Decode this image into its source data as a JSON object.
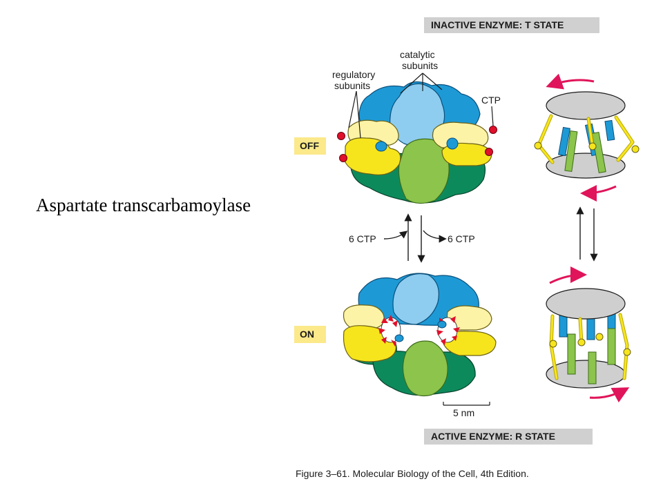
{
  "slide": {
    "title": "Aspartate transcarbamoylase"
  },
  "figure": {
    "top_banner": "INACTIVE ENZYME: T STATE",
    "bottom_banner": "ACTIVE ENZYME: R STATE",
    "state_off": "OFF",
    "state_on": "ON",
    "label_catalytic_1": "catalytic",
    "label_catalytic_2": "subunits",
    "label_regulatory_1": "regulatory",
    "label_regulatory_2": "subunits",
    "label_ctp": "CTP",
    "ctp_in": "6 CTP",
    "ctp_out": "6 CTP",
    "scale_bar": "5 nm",
    "caption": "Figure 3–61. Molecular Biology of the Cell, 4th Edition."
  },
  "colors": {
    "catalytic_light": "#8ecdf0",
    "catalytic_dark": "#1d9ad6",
    "regulatory_light": "#fdf3a6",
    "regulatory_dark": "#f6e51d",
    "lower_dark_green": "#0d8a5c",
    "lower_light_green": "#8cc44c",
    "ctp_red": "#e0102a",
    "arrow_magenta": "#e0145a",
    "disk_gray": "#cfcfcf"
  }
}
